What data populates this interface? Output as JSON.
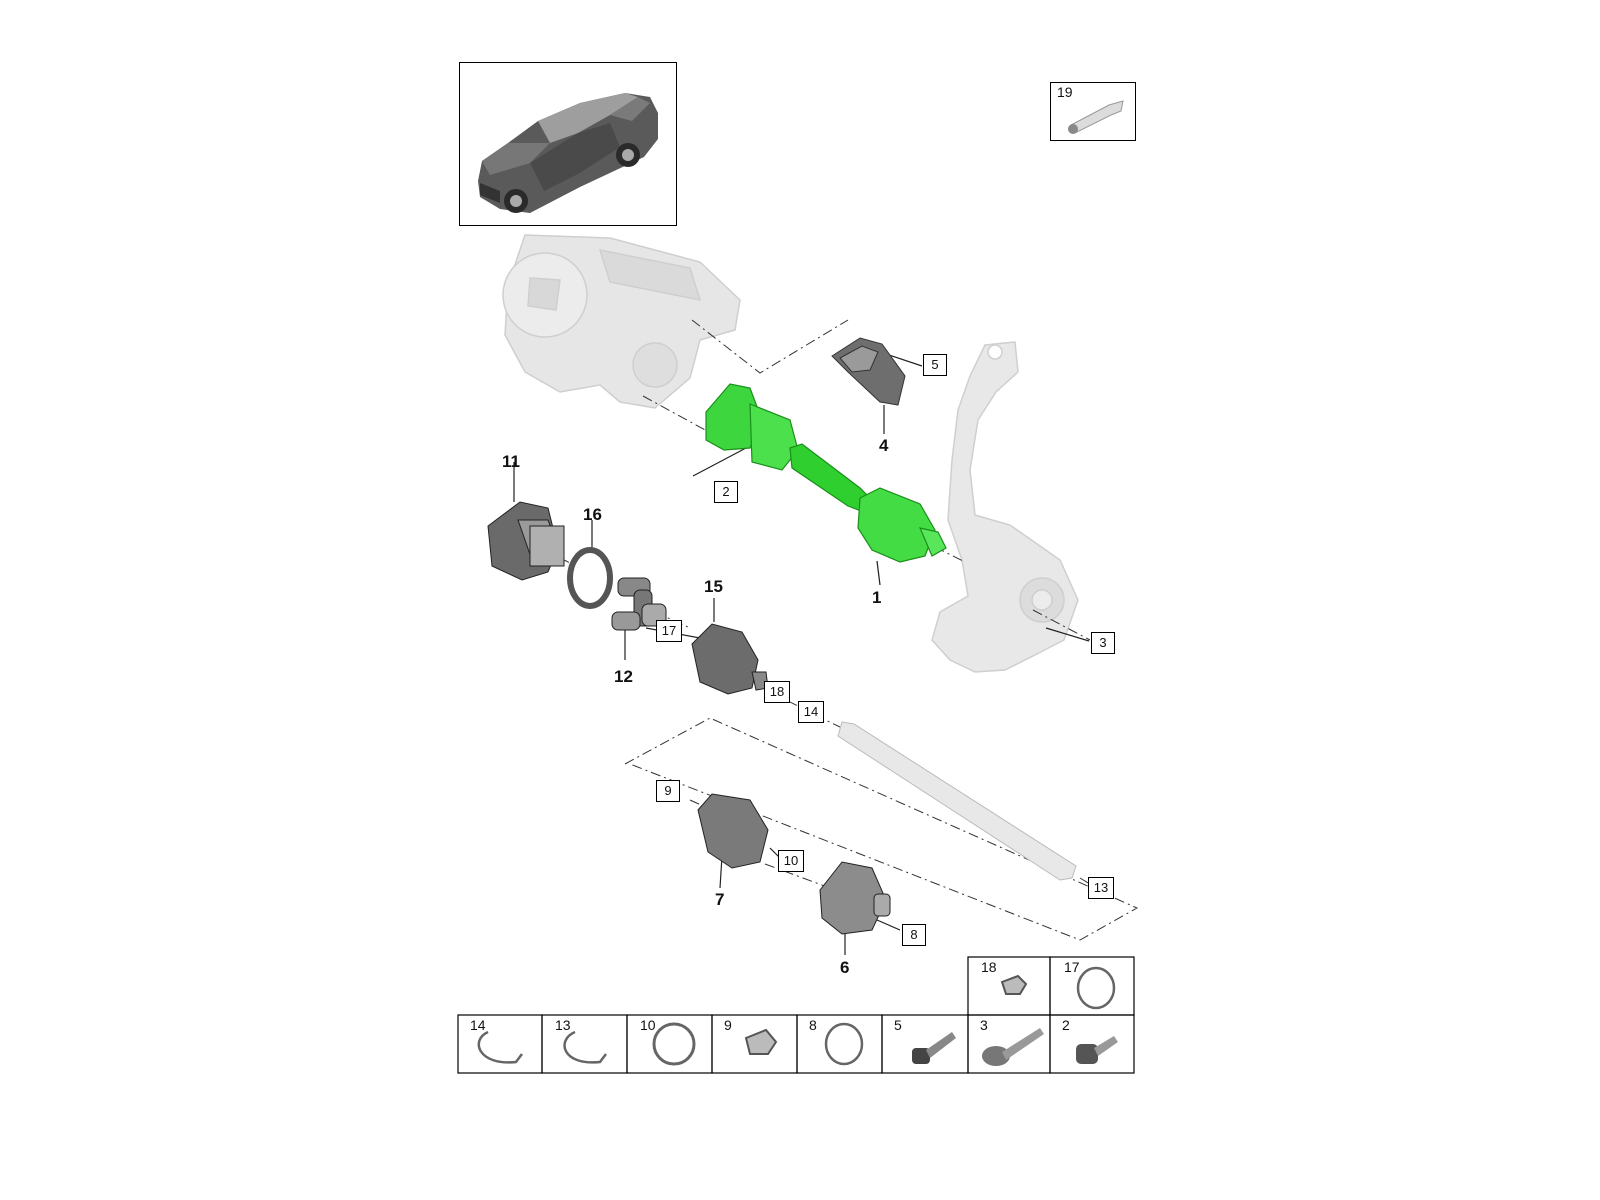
{
  "diagram": {
    "bold_callouts": [
      "1",
      "4",
      "6",
      "7",
      "11",
      "12",
      "15",
      "16"
    ],
    "boxed_callouts": [
      "2",
      "3",
      "5",
      "8",
      "9",
      "10",
      "13",
      "14",
      "17",
      "18"
    ],
    "tube_label": "19",
    "legend": {
      "top_row": [
        "18",
        "17"
      ],
      "bottom_row": [
        "14",
        "13",
        "10",
        "9",
        "8",
        "5",
        "3",
        "2"
      ]
    },
    "highlight_color": "#2bdc2b",
    "part_gray": "#8a8a8a",
    "ghost_gray": "#e4e4e4"
  }
}
